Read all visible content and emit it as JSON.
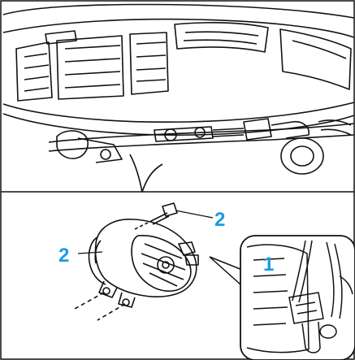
{
  "callouts": {
    "bolt": "2",
    "alternator": "2",
    "connector": "1"
  },
  "colors": {
    "callout": "#1a9be0",
    "line": "#111111",
    "panel_border": "#111111",
    "background": "#ffffff"
  }
}
